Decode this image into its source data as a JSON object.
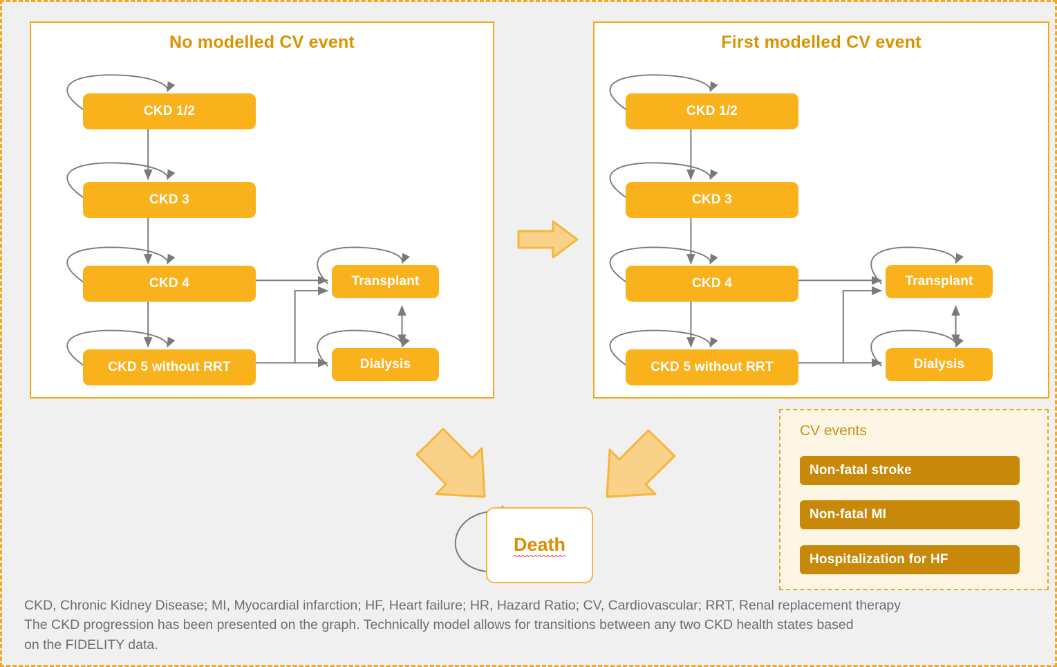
{
  "page": {
    "background_color": "#f0f0f0",
    "border_color": "#f5a623",
    "box_color": "#f9b21c",
    "chip_color": "#c8890a",
    "title_color": "#d99200",
    "arrow_color": "#7a7a7a",
    "block_arrow_fill": "#fad188",
    "block_arrow_stroke": "#f5b63c"
  },
  "panels": [
    {
      "id": "no-cv-event",
      "title": "No modelled CV event",
      "nodes": [
        {
          "id": "ckd12",
          "label": "CKD 1/2"
        },
        {
          "id": "ckd3",
          "label": "CKD 3"
        },
        {
          "id": "ckd4",
          "label": "CKD 4"
        },
        {
          "id": "ckd5",
          "label": "CKD 5 without RRT"
        },
        {
          "id": "transplant",
          "label": "Transplant"
        },
        {
          "id": "dialysis",
          "label": "Dialysis"
        }
      ],
      "transitions": [
        {
          "from": "ckd12",
          "to": "ckd12",
          "type": "self-loop"
        },
        {
          "from": "ckd3",
          "to": "ckd3",
          "type": "self-loop"
        },
        {
          "from": "ckd4",
          "to": "ckd4",
          "type": "self-loop"
        },
        {
          "from": "ckd5",
          "to": "ckd5",
          "type": "self-loop"
        },
        {
          "from": "transplant",
          "to": "transplant",
          "type": "self-loop"
        },
        {
          "from": "dialysis",
          "to": "dialysis",
          "type": "self-loop"
        },
        {
          "from": "ckd12",
          "to": "ckd3",
          "type": "straight"
        },
        {
          "from": "ckd3",
          "to": "ckd4",
          "type": "straight"
        },
        {
          "from": "ckd4",
          "to": "ckd5",
          "type": "straight"
        },
        {
          "from": "ckd4",
          "to": "transplant",
          "type": "straight"
        },
        {
          "from": "ckd5",
          "to": "dialysis",
          "type": "straight"
        },
        {
          "from": "ckd5",
          "to": "transplant",
          "type": "elbow"
        },
        {
          "from": "transplant",
          "to": "dialysis",
          "type": "bidirectional"
        }
      ]
    },
    {
      "id": "first-cv-event",
      "title": "First modelled CV event",
      "nodes": [
        {
          "id": "ckd12",
          "label": "CKD 1/2"
        },
        {
          "id": "ckd3",
          "label": "CKD 3"
        },
        {
          "id": "ckd4",
          "label": "CKD 4"
        },
        {
          "id": "ckd5",
          "label": "CKD 5 without RRT"
        },
        {
          "id": "transplant",
          "label": "Transplant"
        },
        {
          "id": "dialysis",
          "label": "Dialysis"
        }
      ],
      "transitions": [
        {
          "from": "ckd12",
          "to": "ckd12",
          "type": "self-loop"
        },
        {
          "from": "ckd3",
          "to": "ckd3",
          "type": "self-loop"
        },
        {
          "from": "ckd4",
          "to": "ckd4",
          "type": "self-loop"
        },
        {
          "from": "ckd5",
          "to": "ckd5",
          "type": "self-loop"
        },
        {
          "from": "transplant",
          "to": "transplant",
          "type": "self-loop"
        },
        {
          "from": "dialysis",
          "to": "dialysis",
          "type": "self-loop"
        },
        {
          "from": "ckd12",
          "to": "ckd3",
          "type": "straight"
        },
        {
          "from": "ckd3",
          "to": "ckd4",
          "type": "straight"
        },
        {
          "from": "ckd4",
          "to": "ckd5",
          "type": "straight"
        },
        {
          "from": "ckd4",
          "to": "transplant",
          "type": "straight"
        },
        {
          "from": "ckd5",
          "to": "dialysis",
          "type": "straight"
        },
        {
          "from": "ckd5",
          "to": "transplant",
          "type": "elbow"
        },
        {
          "from": "transplant",
          "to": "dialysis",
          "type": "bidirectional"
        }
      ]
    }
  ],
  "connector_arrow": {
    "name": "panel-transition-arrow",
    "direction": "right"
  },
  "death_arrows": [
    {
      "name": "death-arrow-left",
      "direction": "down-right"
    },
    {
      "name": "death-arrow-right",
      "direction": "down-left"
    }
  ],
  "death": {
    "label": "Death",
    "spellcheck_underline": true
  },
  "cv_legend": {
    "title": "CV events",
    "chips": [
      "Non-fatal stroke",
      "Non-fatal MI",
      "Hospitalization for HF"
    ]
  },
  "footnote": {
    "line1": "CKD, Chronic Kidney Disease; MI, Myocardial infarction; HF, Heart failure; HR, Hazard Ratio; CV, Cardiovascular; RRT, Renal replacement therapy",
    "line2": "The CKD progression has been presented on the graph. Technically model allows for transitions between any two CKD health states based",
    "line3": "on the FIDELITY data."
  }
}
